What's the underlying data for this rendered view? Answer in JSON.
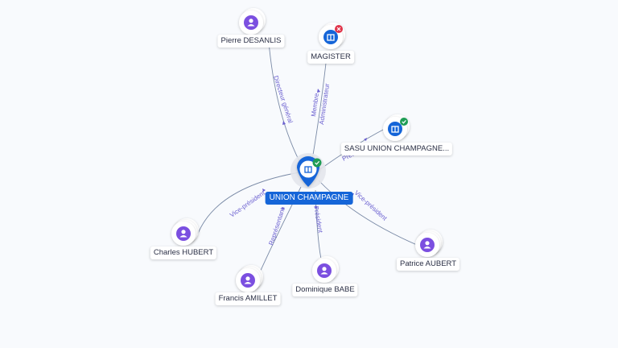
{
  "graph": {
    "center": {
      "name": "UNION CHAMPAGNE",
      "status": "active"
    },
    "nodes": [
      {
        "id": "pierre",
        "name": "Pierre DESANLIS",
        "kind": "person",
        "relation": "Directeur général"
      },
      {
        "id": "magister",
        "name": "MAGISTER",
        "kind": "company",
        "status": "closed",
        "relation": "Membre\nAdministrateur"
      },
      {
        "id": "sasu",
        "name": "SASU UNION CHAMPAGNE...",
        "kind": "company",
        "status": "active",
        "relation": "Président"
      },
      {
        "id": "charles",
        "name": "Charles HUBERT",
        "kind": "person",
        "relation": "Vice-président"
      },
      {
        "id": "francis",
        "name": "Francis AMILLET",
        "kind": "person",
        "relation": "Représentant"
      },
      {
        "id": "dominique",
        "name": "Dominique BABE",
        "kind": "person",
        "relation": "Président"
      },
      {
        "id": "patrice",
        "name": "Patrice AUBERT",
        "kind": "person",
        "relation": "Vice-président"
      }
    ]
  },
  "colors": {
    "person": "#7b4fe0",
    "company": "#1565d8",
    "active_badge": "#1f9d55",
    "closed_badge": "#e0344a",
    "edge": "#7a8aa6",
    "edge_label": "#6a5fd0"
  },
  "icons": {
    "person": "person-icon",
    "company": "building-icon",
    "active": "check-icon",
    "closed": "close-icon"
  }
}
